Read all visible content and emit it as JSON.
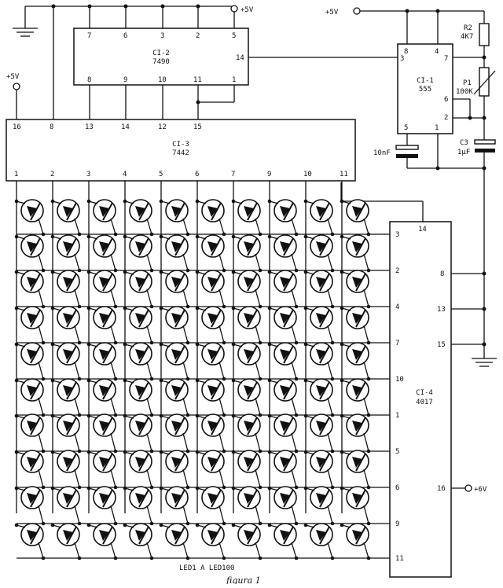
{
  "supplies": {
    "top_label": "+5V",
    "left_label": "+5V",
    "right_label": "+5V",
    "ci4_label": "+6V"
  },
  "ci2": {
    "name": "CI-2",
    "part": "7490",
    "top_pins": [
      "7",
      "6",
      "3",
      "2",
      "5"
    ],
    "bottom_pins": [
      "8",
      "9",
      "10",
      "11",
      "1"
    ],
    "right_pin": "14"
  },
  "ci1": {
    "name": "CI-1",
    "part": "555",
    "top_pins": [
      "8",
      "4"
    ],
    "left_pin": "3",
    "right_pins": [
      "7",
      "6",
      "2"
    ],
    "bottom_pins": [
      "5",
      "1"
    ]
  },
  "ci3": {
    "name": "CI-3",
    "part": "7442",
    "top_pins": [
      "16",
      "8",
      "13",
      "14",
      "12",
      "15"
    ],
    "outputs": [
      "1",
      "2",
      "3",
      "4",
      "5",
      "6",
      "7",
      "9",
      "10",
      "11"
    ]
  },
  "ci4": {
    "name": "CI-4",
    "part": "4017",
    "top_pin": "14",
    "left_pins": [
      "3",
      "2",
      "4",
      "7",
      "10",
      "1",
      "5",
      "6",
      "9",
      "11"
    ],
    "ground_pins": [
      "8",
      "13",
      "15"
    ],
    "supply_pin": "16"
  },
  "components": {
    "r2_name": "R2",
    "r2_value": "4K7",
    "p1_name": "P1",
    "p1_value": "100K",
    "c3_name": "C3",
    "c3_value": "1µF",
    "c_timing_value": "10nF"
  },
  "matrix": {
    "rows": 10,
    "cols": 10,
    "caption": "LED1 A LED100"
  },
  "figure_caption": "figura 1"
}
